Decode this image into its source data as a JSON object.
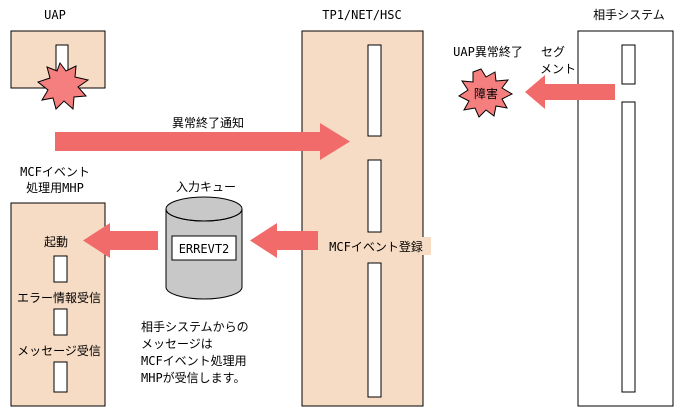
{
  "colors": {
    "panel_fill": "#f7dcc5",
    "arrow_fill": "#f26b6b",
    "burst_fill": "#f57f7f",
    "stroke": "#000000",
    "cylinder_fill": "#c8c8c8"
  },
  "labels": {
    "uap": "UAP",
    "tp1": "TP1/NET/HSC",
    "partner": "相手システム",
    "mcf_event_line1": "MCFイベント",
    "mcf_event_line2": "処理用MHP",
    "input_queue": "入力キュー",
    "errevt2": "ERREVT2",
    "abnormal_notify": "異常終了通知",
    "uap_abnormal": "UAP異常終了",
    "segment_line1": "セグ",
    "segment_line2": "メント",
    "fault": "障害",
    "mcf_register": "MCFイベント登録",
    "startup": "起動",
    "error_info_recv": "エラー情報受信",
    "message_recv": "メッセージ受信",
    "note_line1": "相手システムからの",
    "note_line2": "メッセージは",
    "note_line3": "MCFイベント処理用",
    "note_line4": "MHPが受信します。"
  }
}
